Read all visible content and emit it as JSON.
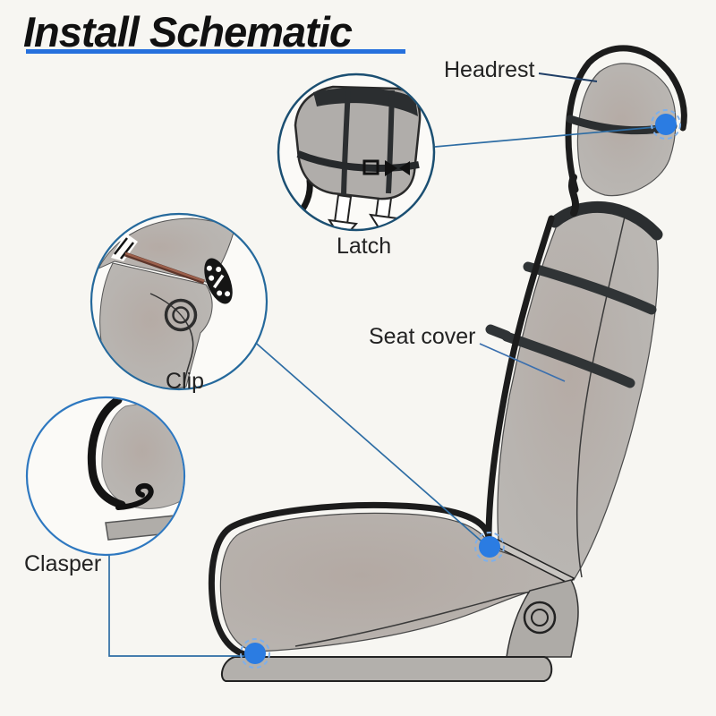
{
  "title": "Install Schematic",
  "callouts": {
    "headrest": {
      "label": "Headrest"
    },
    "latch": {
      "label": "Latch"
    },
    "seat_cover": {
      "label": "Seat cover"
    },
    "clip": {
      "label": "Clip"
    },
    "clasper": {
      "label": "Clasper"
    }
  },
  "icons": {
    "latch_detail": "headrest-underside-with-straps-buckle-and-posts",
    "clip_detail": "seat-corner-with-cord-grommet-and-perforated-clip",
    "clasper_detail": "seat-edge-with-s-hook-clasper"
  },
  "colors": {
    "background": "#f7f6f2",
    "title_text": "#111111",
    "title_underline": "#2670dd",
    "label_text": "#222222",
    "seat_fill": "#b9b6b2",
    "seat_outline": "#1c1c1c",
    "strap": "#2b2e30",
    "attachment_dot": "#2b7ce2",
    "attachment_dot_ring": "#7fb0ea",
    "connector_line": "#2e6da4",
    "latch_circle_stroke": "#1b4f72",
    "clip_circle_stroke": "#25699c",
    "clasper_circle_stroke": "#2e78c0",
    "clip_cord": "#8a5140"
  }
}
